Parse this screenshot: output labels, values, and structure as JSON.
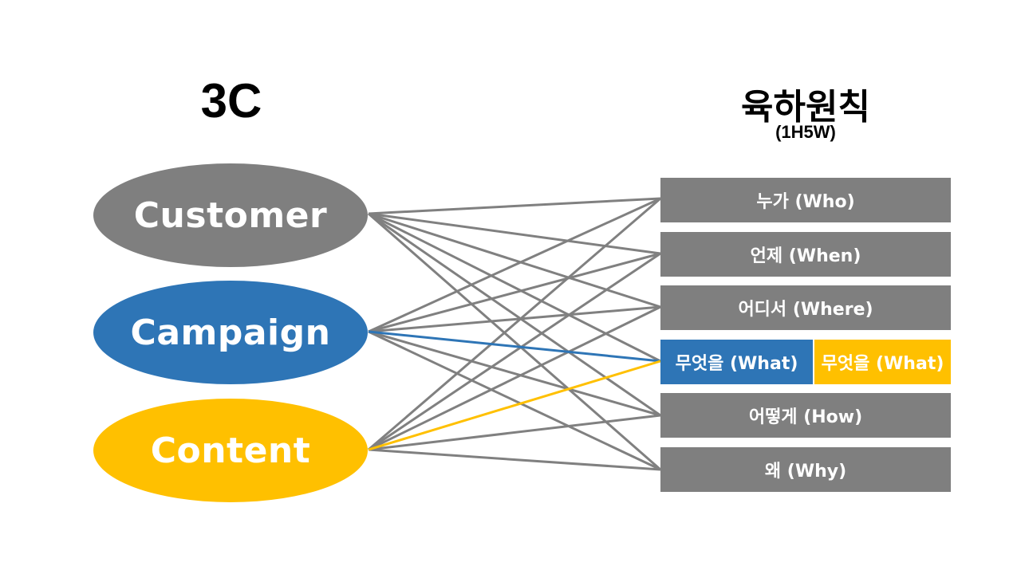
{
  "left_title": "3C",
  "right_title": "육하원칙",
  "right_subtitle": "(1H5W)",
  "colors": {
    "gray": "#7f7f7f",
    "blue": "#2e75b6",
    "yellow": "#ffc000",
    "line_gray": "#808080"
  },
  "ellipses": [
    {
      "label": "Customer",
      "color": "#7f7f7f"
    },
    {
      "label": "Campaign",
      "color": "#2e75b6"
    },
    {
      "label": "Content",
      "color": "#ffc000"
    }
  ],
  "boxes": [
    {
      "label": "누가 (Who)"
    },
    {
      "label": "언제 (When)"
    },
    {
      "label": "어디서 (Where)"
    },
    {
      "label_left": "무엇을 (What)",
      "label_right": "무엇을 (What)"
    },
    {
      "label": "어떻게 (How)"
    },
    {
      "label": "왜 (Why)"
    }
  ],
  "highlighted_links": [
    {
      "from": "Campaign",
      "to": "무엇을 (What)",
      "color": "#2e75b6"
    },
    {
      "from": "Content",
      "to": "무엇을 (What)",
      "color": "#ffc000"
    }
  ]
}
